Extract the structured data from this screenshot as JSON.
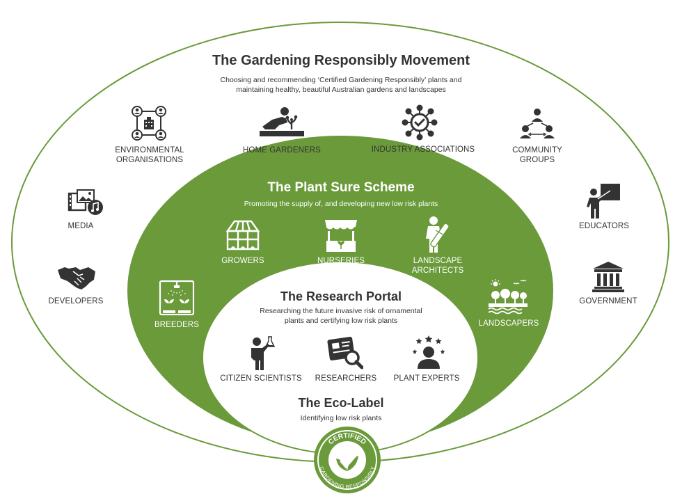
{
  "colors": {
    "green": "#6a9a3a",
    "dark_text": "#333333",
    "outline": "#6a9a3a"
  },
  "outer": {
    "title": "The Gardening Responsibly Movement",
    "subtitle_line1": "Choosing and recommending ‘Certified Gardening Responsibly’ plants and",
    "subtitle_line2": "maintaining healthy, beautiful Australian gardens and landscapes",
    "items": [
      {
        "icon": "environmental-organisations-icon",
        "line1": "ENVIRONMENTAL",
        "line2": "ORGANISATIONS"
      },
      {
        "icon": "home-gardener-icon",
        "line1": "HOME GARDENERS",
        "line2": ""
      },
      {
        "icon": "industry-associations-icon",
        "line1": "INDUSTRY ASSOCIATIONS",
        "line2": ""
      },
      {
        "icon": "community-groups-icon",
        "line1": "COMMUNITY",
        "line2": "GROUPS"
      },
      {
        "icon": "media-icon",
        "line1": "MEDIA",
        "line2": ""
      },
      {
        "icon": "educator-icon",
        "line1": "EDUCATORS",
        "line2": ""
      },
      {
        "icon": "handshake-icon",
        "line1": "DEVELOPERS",
        "line2": ""
      },
      {
        "icon": "government-building-icon",
        "line1": "GOVERNMENT",
        "line2": ""
      }
    ]
  },
  "plant_sure": {
    "title": "The Plant Sure Scheme",
    "subtitle": "Promoting the supply of, and developing new low risk plants",
    "items": [
      {
        "icon": "greenhouse-icon",
        "line1": "GROWERS",
        "line2": ""
      },
      {
        "icon": "nursery-stall-icon",
        "line1": "NURSERIES",
        "line2": ""
      },
      {
        "icon": "landscape-architect-icon",
        "line1": "LANDSCAPE",
        "line2": "ARCHITECTS"
      },
      {
        "icon": "seedling-sprinkler-icon",
        "line1": "BREEDERS",
        "line2": ""
      },
      {
        "icon": "landscape-scene-icon",
        "line1": "LANDSCAPERS",
        "line2": ""
      }
    ]
  },
  "research": {
    "title": "The Research Portal",
    "subtitle_line1": "Researching the future invasive risk of ornamental",
    "subtitle_line2": "plants and certifying low risk plants",
    "items": [
      {
        "icon": "citizen-scientist-icon",
        "line1": "CITIZEN SCIENTISTS"
      },
      {
        "icon": "researcher-magnifier-icon",
        "line1": "RESEARCHERS"
      },
      {
        "icon": "plant-expert-icon",
        "line1": "PLANT EXPERTS"
      }
    ]
  },
  "eco_label": {
    "title": "The Eco-Label",
    "subtitle": "Identifying low risk plants"
  },
  "badge": {
    "top_text": "CERTIFIED",
    "bottom_text": "GARDENING RESPONSIBLY"
  }
}
